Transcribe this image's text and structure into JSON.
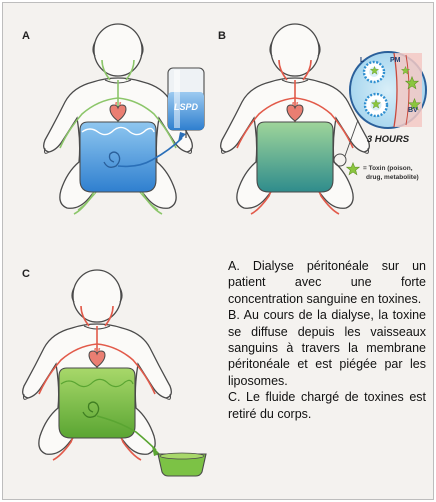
{
  "panels": {
    "a": {
      "letter": "A",
      "bag_label": "LSPD"
    },
    "b": {
      "letter": "B",
      "time_label": "3 HOURS",
      "zoom_labels": {
        "l": "L",
        "pm": "PM",
        "bv": "BV"
      },
      "legend_line1": "= Toxin (poison,",
      "legend_line2": "drug, metabolite)"
    },
    "c": {
      "letter": "C"
    }
  },
  "caption": {
    "a": "A. Dialyse péritonéale sur un patient avec une forte concentration sanguine en toxines.",
    "b": "B.  Au cours de la dialyse, la toxine se diffuse depuis les vaisseaux sanguins à travers la membrane péritonéale et est piégée par les liposomes.",
    "c": "C. Le fluide chargé de toxines est retiré du corps."
  },
  "colors": {
    "background": "#f4f2ef",
    "outline": "#4a4a4a",
    "vessel_green": "#8cc66a",
    "vessel_red": "#e25a4a",
    "dialysate_blue": "#3d8fd8",
    "toxic_green": "#7cc245",
    "toxin_star": "#8bc63f",
    "liposome": "#4aa7d8",
    "heart": "#ea7e72"
  }
}
